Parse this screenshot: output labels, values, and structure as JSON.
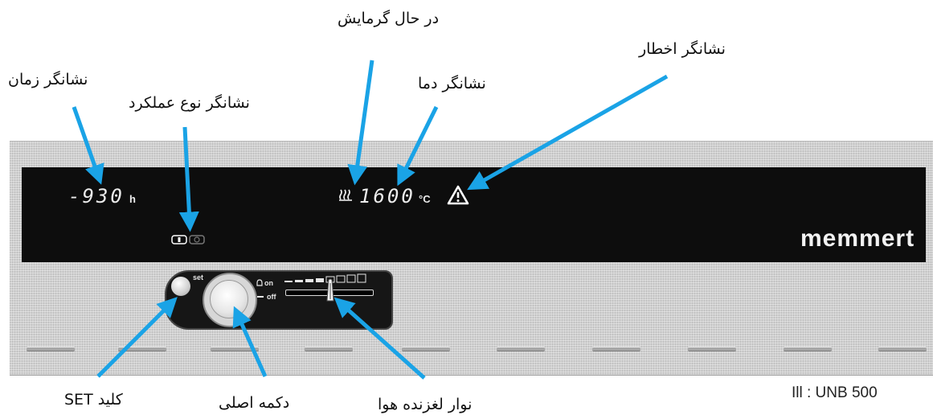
{
  "labels": {
    "time_indicator": "نشانگر زمان",
    "mode_indicator": "نشانگر نوع عملکرد",
    "heating": "در حال گرمایش",
    "temp_indicator": "نشانگر دما",
    "warning_indicator": "نشانگر اخطار",
    "set_key": "کلید SET",
    "main_button": "دکمه اصلی",
    "fan_slider": "نوار لغزنده هوا"
  },
  "display": {
    "time_value": "-930",
    "time_unit": "h",
    "temp_value": "1600",
    "temp_unit": "°C",
    "brand": "memmert"
  },
  "controls": {
    "set_text": "set",
    "on_text": "on",
    "off_text": "off"
  },
  "caption": "Ill : UNB 500",
  "colors": {
    "arrow": "#1aa3e6",
    "screen": "#0d0d0d",
    "panel": "#cfcfcf"
  }
}
